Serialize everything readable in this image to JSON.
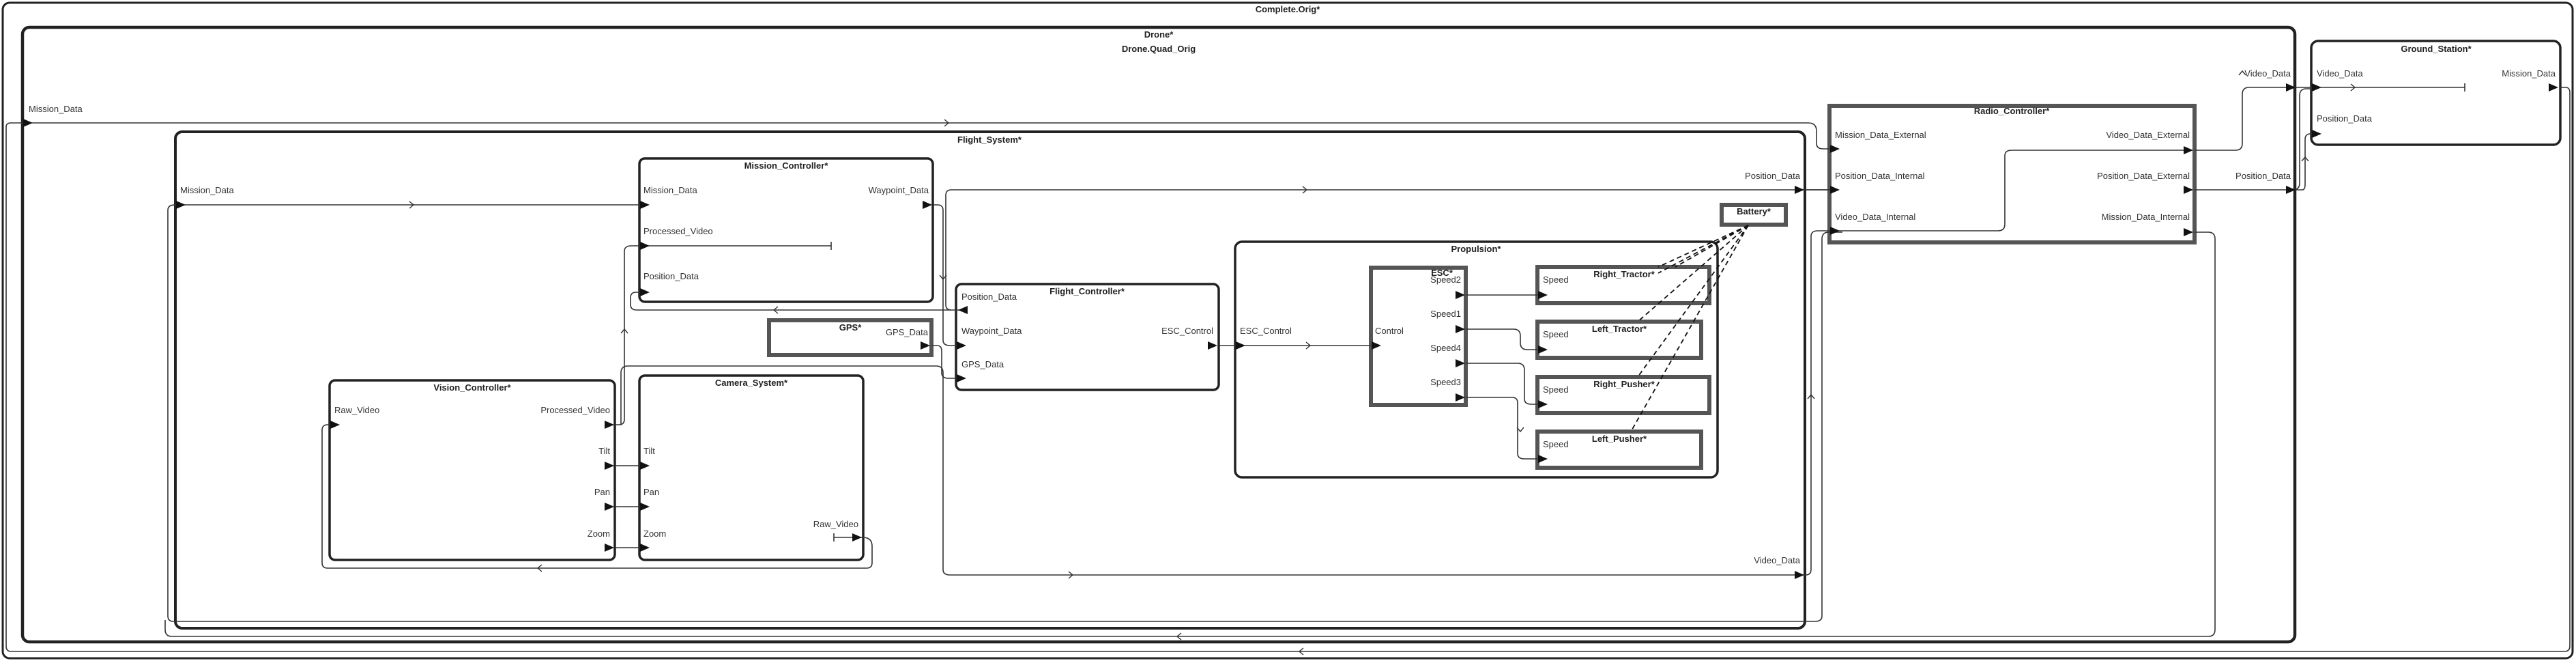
{
  "diagram": {
    "root": {
      "title": "Complete.Orig*"
    },
    "drone": {
      "title": "Drone*",
      "subtitle": "Drone.Quad_Orig",
      "mission_port": "Mission_Data"
    },
    "flight_system": {
      "title": "Flight_System*",
      "mission_port": "Mission_Data",
      "position_port": "Position_Data",
      "video_port": "Video_Data"
    },
    "mission_controller": {
      "title": "Mission_Controller*",
      "mission_port": "Mission_Data",
      "waypoint_port": "Waypoint_Data",
      "processed_port": "Processed_Video",
      "position_port": "Position_Data"
    },
    "flight_controller": {
      "title": "Flight_Controller*",
      "position_port": "Position_Data",
      "waypoint_port": "Waypoint_Data",
      "gps_port": "GPS_Data",
      "esc_port": "ESC_Control"
    },
    "gps": {
      "title": "GPS*",
      "gps_port": "GPS_Data"
    },
    "vision_controller": {
      "title": "Vision_Controller*",
      "raw_port": "Raw_Video",
      "processed_port": "Processed_Video",
      "tilt_port": "Tilt",
      "pan_port": "Pan",
      "zoom_port": "Zoom"
    },
    "camera_system": {
      "title": "Camera_System*",
      "tilt_port": "Tilt",
      "pan_port": "Pan",
      "zoom_port": "Zoom",
      "raw_port": "Raw_Video"
    },
    "propulsion": {
      "title": "Propulsion*",
      "esc_port": "ESC_Control"
    },
    "esc": {
      "title": "ESC*",
      "control_port": "Control",
      "speed2": "Speed2",
      "speed1": "Speed1",
      "speed4": "Speed4",
      "speed3": "Speed3"
    },
    "battery": {
      "title": "Battery*"
    },
    "motors": [
      {
        "title": "Right_Tractor*",
        "port": "Speed"
      },
      {
        "title": "Left_Tractor*",
        "port": "Speed"
      },
      {
        "title": "Right_Pusher*",
        "port": "Speed"
      },
      {
        "title": "Left_Pusher*",
        "port": "Speed"
      }
    ],
    "radio_controller": {
      "title": "Radio_Controller*",
      "mission_ext": "Mission_Data_External",
      "position_int": "Position_Data_Internal",
      "video_int": "Video_Data_Internal",
      "video_ext": "Video_Data_External",
      "position_ext": "Position_Data_External",
      "mission_int": "Mission_Data_Internal"
    },
    "drone_outer_ports": {
      "video": "Video_Data",
      "position": "Position_Data"
    },
    "ground_station": {
      "title": "Ground_Station*",
      "video_port": "Video_Data",
      "mission_port": "Mission_Data",
      "position_port": "Position_Data"
    }
  }
}
